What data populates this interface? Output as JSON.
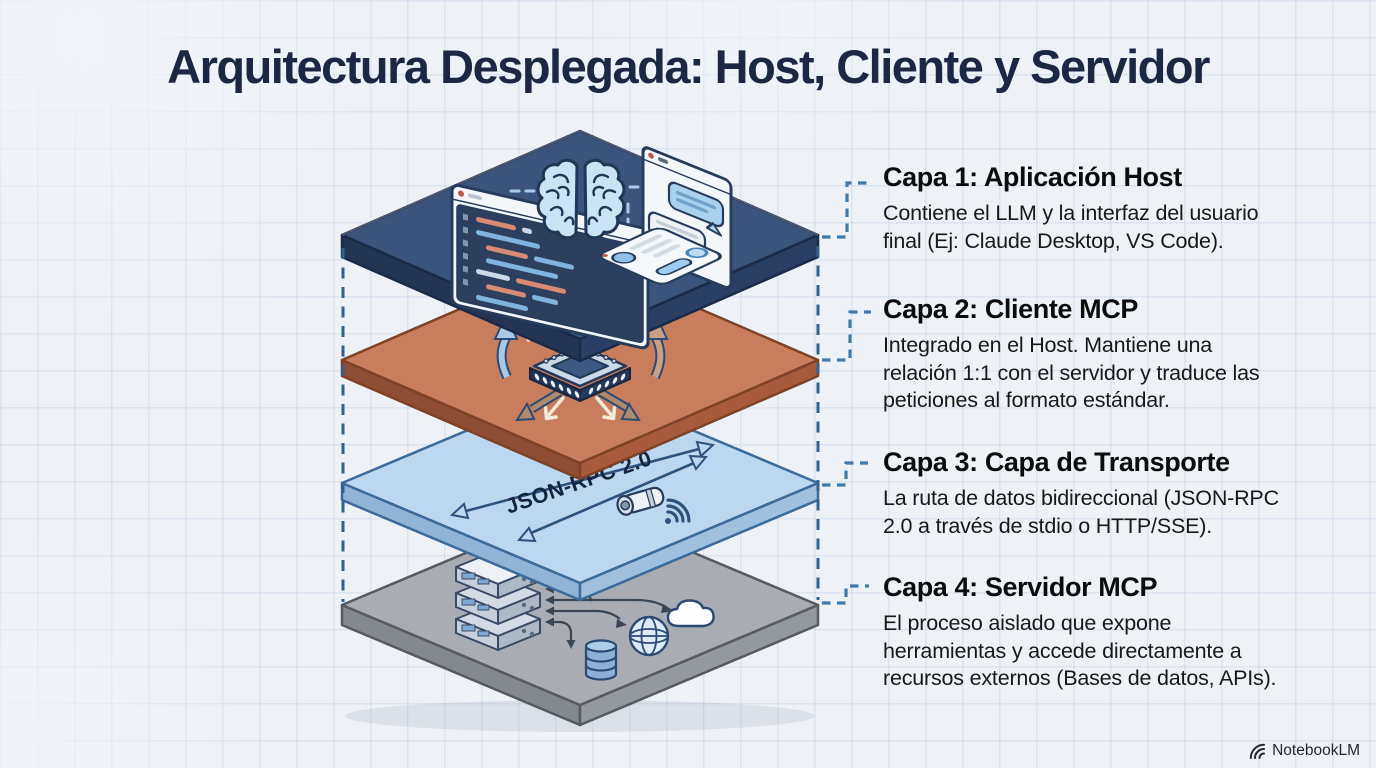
{
  "title": "Arquitectura Desplegada: Host, Cliente y Servidor",
  "captions": [
    {
      "title": "Capa 1: Aplicación Host",
      "body": "Contiene el LLM y la interfaz del usuario\nfinal (Ej: Claude Desktop, VS Code)."
    },
    {
      "title": "Capa 2: Cliente MCP",
      "body": "Integrado en el Host. Mantiene una\nrelación 1:1 con el servidor y traduce las\npeticiones al formato estándar."
    },
    {
      "title": "Capa 3: Capa de Transporte",
      "body": "La ruta de datos bidireccional (JSON-RPC\n2.0 a través de stdio o HTTP/SSE)."
    },
    {
      "title": "Capa 4: Servidor MCP",
      "body": "El proceso aislado que expone\nherramientas y accede directamente a\nrecursos externos (Bases de datos, APIs)."
    }
  ],
  "diagram": {
    "transport_label": "JSON-RPC 2.0",
    "layers": [
      {
        "name": "host-layer",
        "color": "#3b547d"
      },
      {
        "name": "client-layer",
        "color": "#c87e5d"
      },
      {
        "name": "transport-layer",
        "color": "#bcd8f0"
      },
      {
        "name": "server-layer",
        "color": "#a9adb3"
      }
    ]
  },
  "watermark": {
    "label": "NotebookLM"
  }
}
